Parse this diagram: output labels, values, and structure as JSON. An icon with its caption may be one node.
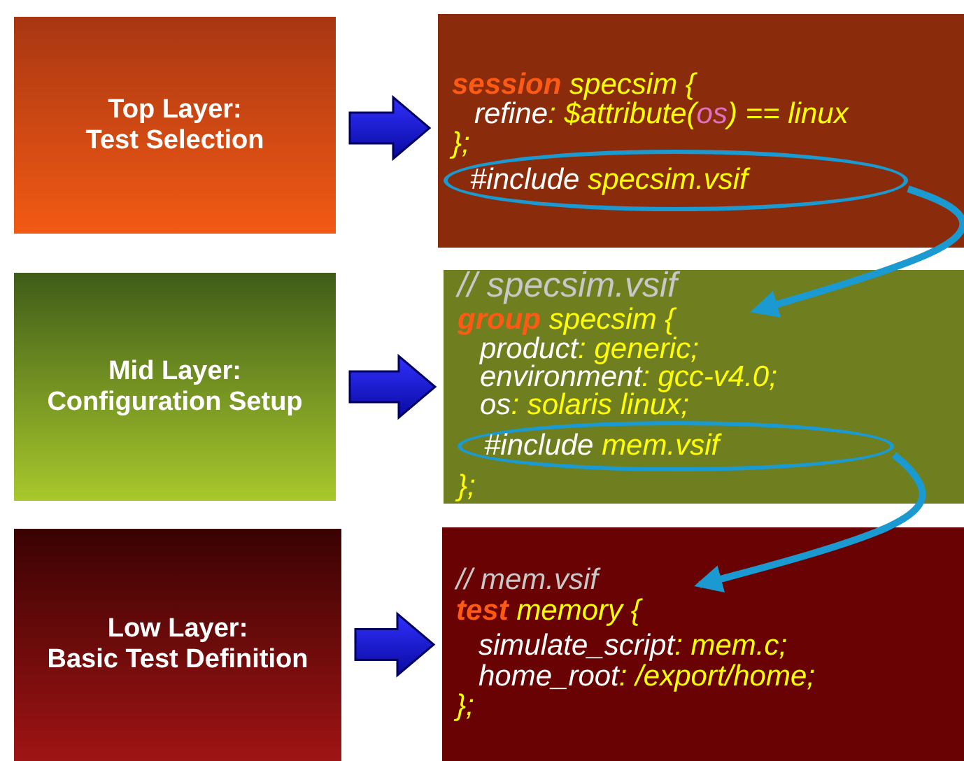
{
  "diagram": {
    "nodes": [
      {
        "text": [
          "Top Layer:",
          "Test Selection"
        ]
      },
      {
        "text": [
          "session specsim {",
          "refine: $attribute(os) == linux",
          "};"
        ]
      },
      {
        "text": [
          "#include specsim.vsif"
        ],
        "in": 1
      },
      {
        "text": [
          "Mid Layer:",
          "Configuration Setup"
        ]
      },
      {
        "text": [
          "// specsim.vsif",
          "group specsim {",
          "product: generic;",
          "environment: gcc-v4.0;",
          "os: solaris linux;",
          "};"
        ]
      },
      {
        "text": [
          "#include mem.vsif"
        ],
        "in": 4
      },
      {
        "text": [
          "Low Layer:",
          "Basic Test Definition"
        ]
      },
      {
        "text": [
          "// mem.vsif",
          "test memory {",
          "simulate_script: mem.c;",
          "home_root: /export/home;",
          "};"
        ]
      }
    ],
    "edges": [
      {
        "from": 0,
        "to": 1,
        "arrow": "to"
      },
      {
        "from": 2,
        "to": 4,
        "arrow": "to"
      },
      {
        "from": 3,
        "to": 4,
        "arrow": "to"
      },
      {
        "from": 5,
        "to": 7,
        "arrow": "to"
      },
      {
        "from": 6,
        "to": 7,
        "arrow": "to"
      }
    ]
  }
}
